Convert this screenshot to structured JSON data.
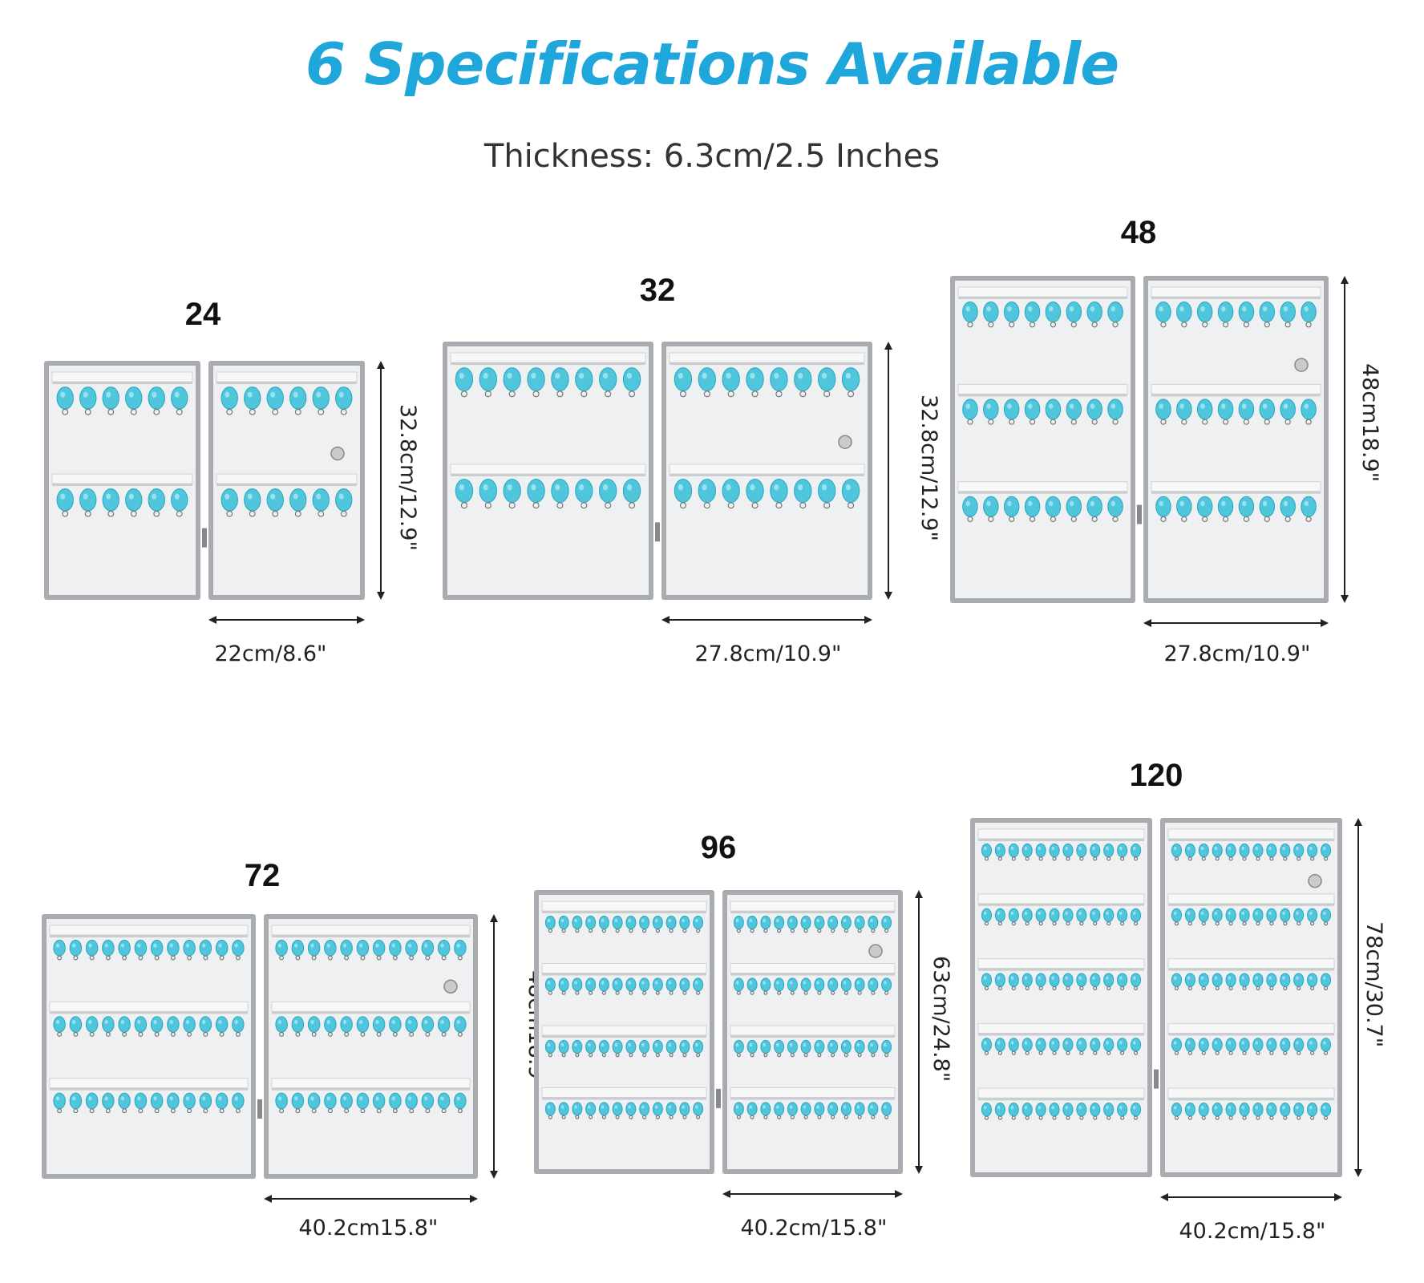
{
  "title": "6 Specifications Available",
  "subtitle": "Thickness: 6.3cm/2.5 Inches",
  "colors": {
    "title": "#1fa6db",
    "tag": "#4fc6dc",
    "frame": "#a8acb0",
    "panel": "#eef0f1"
  },
  "specs": [
    {
      "id": "24",
      "label": "24",
      "rows": 2,
      "cols": 6,
      "width_label": "22cm/8.6\"",
      "height_label": "32.8cm/12.9\""
    },
    {
      "id": "32",
      "label": "32",
      "rows": 2,
      "cols": 8,
      "width_label": "27.8cm/10.9\"",
      "height_label": "32.8cm/12.9\""
    },
    {
      "id": "48",
      "label": "48",
      "rows": 3,
      "cols": 8,
      "width_label": "27.8cm/10.9\"",
      "height_label": "48cm18.9\""
    },
    {
      "id": "72",
      "label": "72",
      "rows": 3,
      "cols": 12,
      "width_label": "40.2cm15.8\"",
      "height_label": "48cm18.9\""
    },
    {
      "id": "96",
      "label": "96",
      "rows": 4,
      "cols": 12,
      "width_label": "40.2cm/15.8\"",
      "height_label": "63cm/24.8\""
    },
    {
      "id": "120",
      "label": "120",
      "rows": 5,
      "cols": 12,
      "width_label": "40.2cm/15.8\"",
      "height_label": "78cm/30.7\""
    }
  ]
}
